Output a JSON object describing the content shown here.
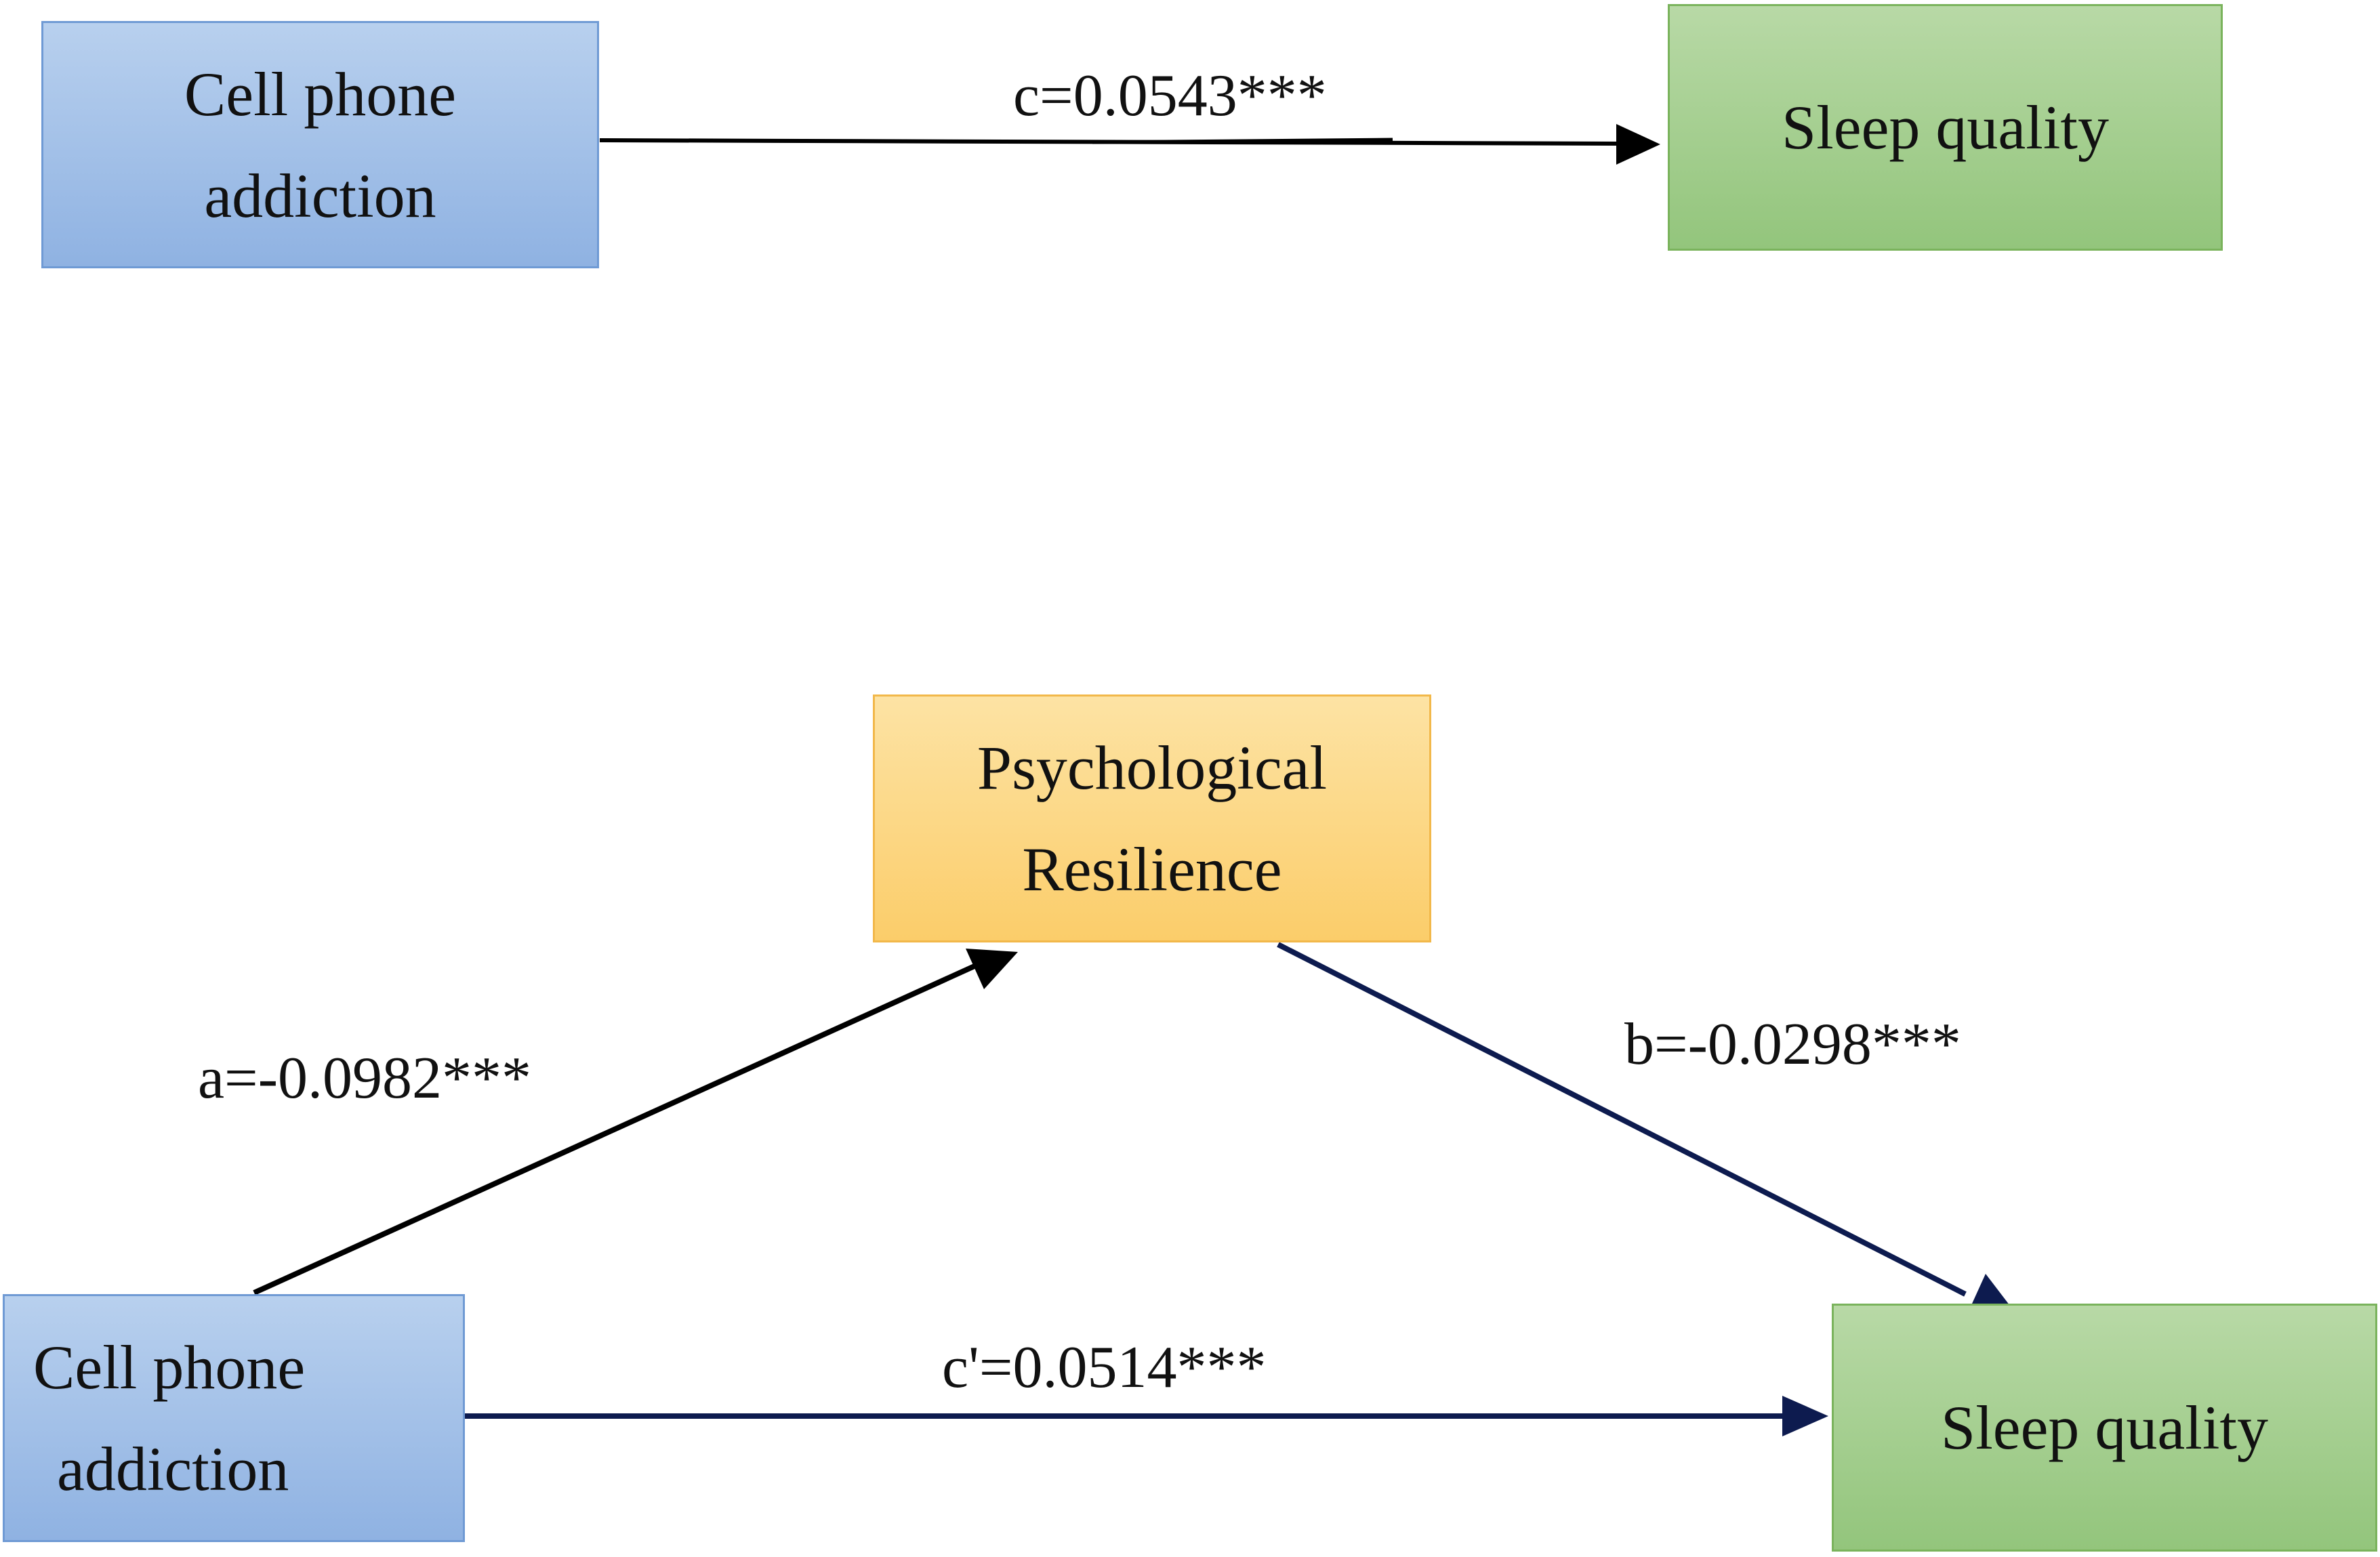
{
  "top_model": {
    "predictor": {
      "line1": "Cell phone",
      "line2": "addiction"
    },
    "outcome": {
      "label": "Sleep quality"
    },
    "path_c": "c=0.0543***"
  },
  "mediation_model": {
    "predictor": {
      "line1": "Cell phone",
      "line2": "addiction"
    },
    "mediator": {
      "line1": "Psychological",
      "line2": "Resilience"
    },
    "outcome": {
      "label": "Sleep quality"
    },
    "path_a": "a=-0.0982***",
    "path_b": "b=-0.0298***",
    "path_c_prime": "c'=0.0514***"
  },
  "colors": {
    "predictor_fill": "#9dbde8",
    "outcome_fill": "#a3cd8e",
    "mediator_fill": "#fcd882",
    "arrow_black": "#000000",
    "arrow_navy": "#0d1b4f"
  }
}
